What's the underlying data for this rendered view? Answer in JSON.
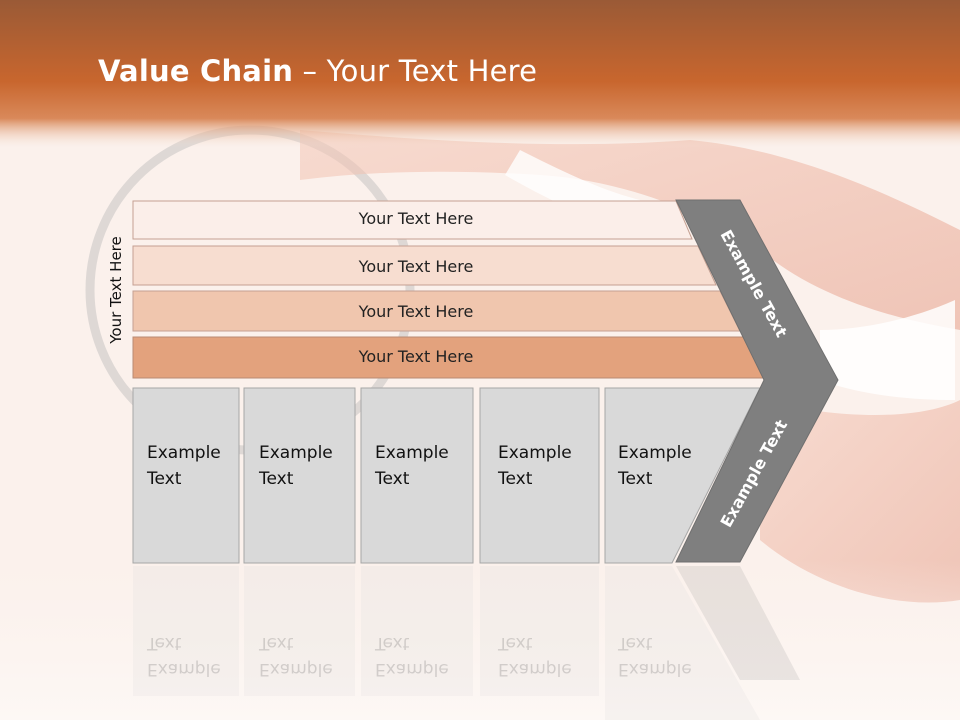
{
  "slide": {
    "title_bold": "Value Chain",
    "title_rest": " – Your Text Here",
    "side_label": "Your Text Here"
  },
  "bars": [
    {
      "label": "Your Text Here",
      "color": "#fbeee9"
    },
    {
      "label": "Your Text Here",
      "color": "#f7ddd0"
    },
    {
      "label": "Your Text Here",
      "color": "#f0c6ae"
    },
    {
      "label": "Your Text Here",
      "color": "#e3a27d"
    }
  ],
  "boxes": [
    {
      "line1": "Example",
      "line2": "Text"
    },
    {
      "line1": "Example",
      "line2": "Text"
    },
    {
      "line1": "Example",
      "line2": "Text"
    },
    {
      "line1": "Example",
      "line2": "Text"
    },
    {
      "line1": "Example",
      "line2": "Text"
    }
  ],
  "chevron": {
    "upper_label": "Example Text",
    "lower_label": "Example Text",
    "color": "#7f7f7f"
  },
  "colors": {
    "header": "#c8662e",
    "box_fill": "#d9d9d9",
    "lip": "#e9a896"
  }
}
